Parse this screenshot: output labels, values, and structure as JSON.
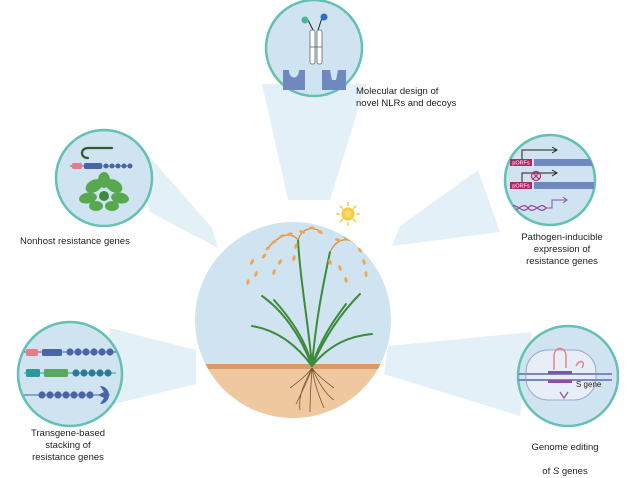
{
  "labels": {
    "top": "Molecular design of\nnovel NLRs and decoys",
    "left": "Nonhost resistance genes",
    "right_top": "Pathogen-inducible\nexpression of\nresistance genes",
    "bottom_left": "Transgene-based\nstacking of\nresistance  genes",
    "bottom_right_line1": "Genome editing",
    "bottom_right_line2_prefix": "of ",
    "bottom_right_line2_italic": "S",
    "bottom_right_line2_suffix": " genes",
    "s_gene": "S gene",
    "pORF_1": "pORFs",
    "pORF_2": "pORFs"
  },
  "colors": {
    "background": "#ffffff",
    "circle_fill": "#cfe4f0",
    "circle_border": "#64c0b0",
    "beam": "#e4f0f8",
    "soil": "#f0c8a0",
    "soil_top": "#d99a6a",
    "plant_green": "#3c8a3a",
    "grain_orange": "#f0a550",
    "sun": "#f7c32b",
    "receptor_blue": "#6f88c0",
    "gene_dark_blue": "#4a64a8",
    "gene_pink": "#e87b88",
    "gene_teal": "#2a9a9a",
    "gene_green": "#58a860",
    "promoter_pink": "#b02a6a",
    "dna_purple": "#8b4ea8"
  }
}
